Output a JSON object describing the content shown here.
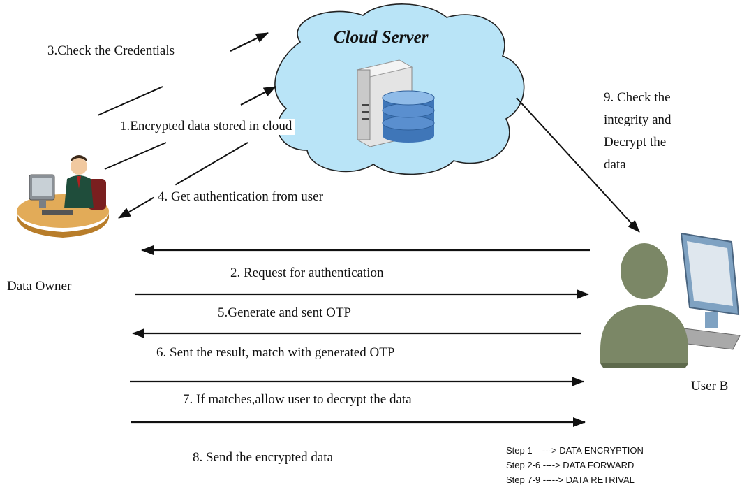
{
  "cloud": {
    "title": "Cloud Server"
  },
  "actors": {
    "owner": "Data Owner",
    "user": "User B"
  },
  "steps": {
    "s1": "1.Encrypted data stored in cloud",
    "s2": "2. Request for authentication",
    "s3": "3.Check the Credentials",
    "s4": "4. Get authentication from user",
    "s5": "5.Generate and sent  OTP",
    "s6": "6.  Sent the   result, match with  generated OTP",
    "s7": "7. If matches,allow user to decrypt the data",
    "s8": "8. Send the encrypted data",
    "s9": [
      "9. Check the",
      "integrity and",
      "Decrypt the",
      "data"
    ]
  },
  "legend": [
    "Step 1    ---> DATA ENCRYPTION",
    "Step 2-6 ----> DATA FORWARD",
    "Step 7-9 -----> DATA RETRIVAL"
  ],
  "colors": {
    "cloud_fill": "#b9e4f7",
    "cloud_stroke": "#1a1a1a",
    "arrow": "#111111"
  }
}
